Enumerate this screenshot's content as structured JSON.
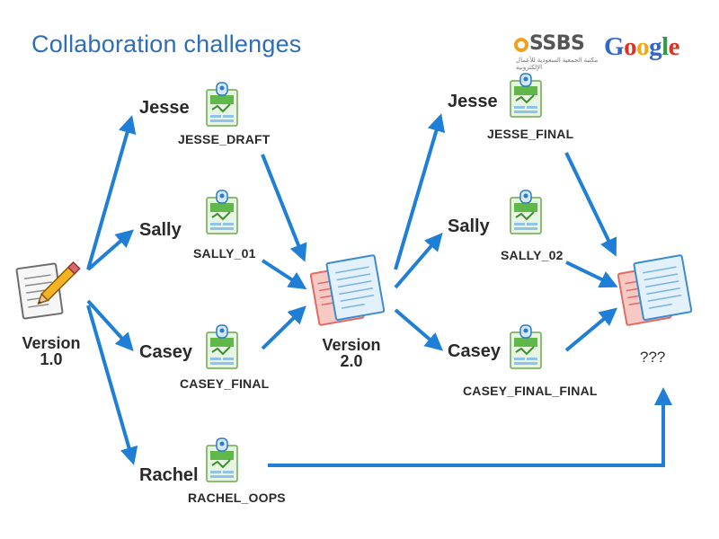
{
  "title": "Collaboration challenges",
  "logos": {
    "ssbs": "SSBS",
    "ssbs_subtitle": "مكتبة الجمعية السعودية للأعمال الإلكترونية",
    "google": "Google"
  },
  "colors": {
    "title": "#2f6eb5",
    "arrow": "#1f7fd6",
    "doc_green": "#5fb847",
    "doc_blue": "#8fc3ea",
    "doc_red": "#f28b82"
  },
  "nodes": {
    "v1": {
      "label_line1": "Version",
      "label_line2": "1.0"
    },
    "v2": {
      "label_line1": "Version",
      "label_line2": "2.0"
    },
    "final": {
      "label": "???"
    }
  },
  "left_column": [
    {
      "person": "Jesse",
      "file": "JESSE_DRAFT"
    },
    {
      "person": "Sally",
      "file": "SALLY_01"
    },
    {
      "person": "Casey",
      "file": "CASEY_FINAL"
    },
    {
      "person": "Rachel",
      "file": "RACHEL_OOPS"
    }
  ],
  "right_column": [
    {
      "person": "Jesse",
      "file": "JESSE_FINAL"
    },
    {
      "person": "Sally",
      "file": "SALLY_02"
    },
    {
      "person": "Casey",
      "file": "CASEY_FINAL_FINAL"
    }
  ]
}
